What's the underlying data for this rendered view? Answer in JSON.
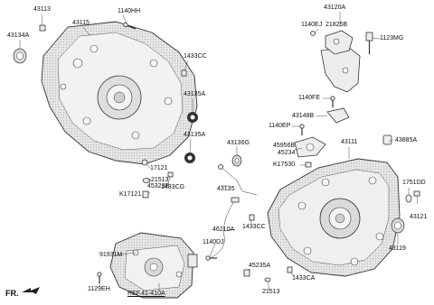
{
  "labels": {
    "l43113": "43113",
    "l43115": "43115",
    "l1140HH": "1140HH",
    "l43134A": "43134A",
    "l1433CC_a": "1433CC",
    "l43135A_a": "43135A",
    "l43135A_b": "43135A",
    "l17121": "17121",
    "l21513_a": "21513",
    "l45323B": "45323B",
    "lK17121": "K17121",
    "l1433CG": "1433CG",
    "l43120A": "43120A",
    "l1140EJ": "1140EJ",
    "l21825B": "21825B",
    "l1123MG": "1123MG",
    "l1140FE": "1140FE",
    "l43148B": "43148B",
    "l1140EP": "1140EP",
    "l43136G": "43136G",
    "l45956B": "45956B",
    "l45234": "45234",
    "lK17530": "K17530",
    "l43111": "43111",
    "l43885A": "43885A",
    "l1751DD": "1751DD",
    "l43121": "43121",
    "l43135": "43135",
    "l46210A": "46210A",
    "l1433CC_b": "1433CC",
    "l1140DJ": "1140DJ",
    "l91931M": "91931M",
    "l45235A": "45235A",
    "l1433CA": "1433CA",
    "l21513_b": "21513",
    "l43119": "43119",
    "l1129EH": "1129EH",
    "lREF": "REF.41-410A",
    "lFR": "FR."
  }
}
